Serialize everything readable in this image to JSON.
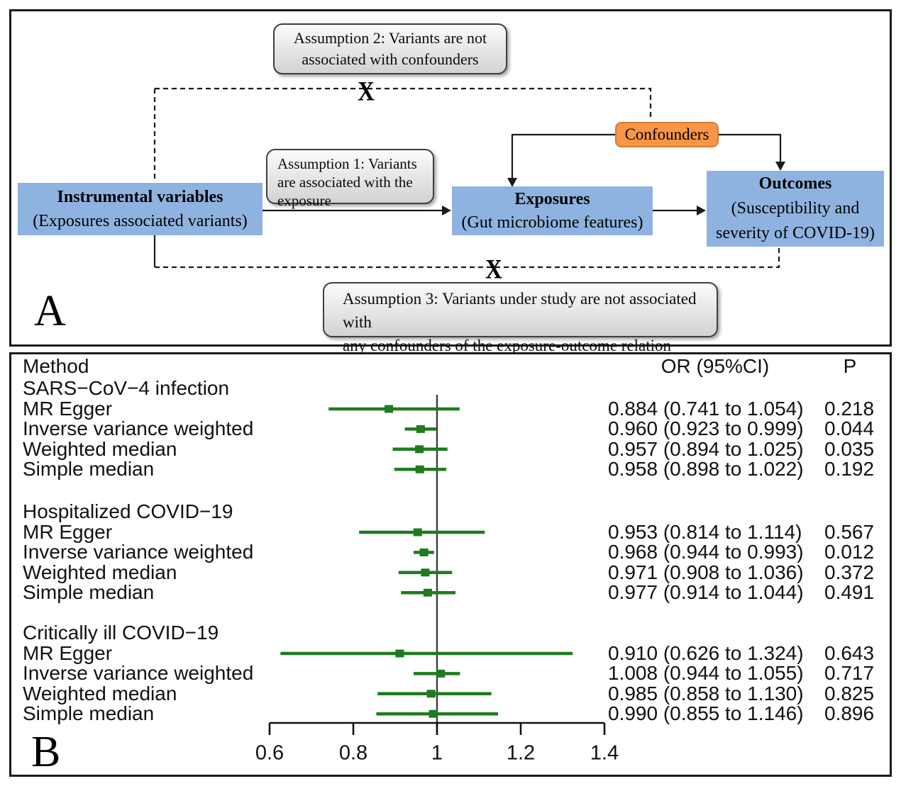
{
  "panel_a": {
    "label": "A",
    "cross_marker": "X",
    "assumption2": {
      "lines": [
        "Assumption 2: Variants are not",
        "associated with confounders"
      ]
    },
    "assumption1": {
      "lines": [
        "Assumption 1: Variants",
        "are associated with the",
        "exposure"
      ]
    },
    "assumption3": {
      "lines": [
        "Assumption 3: Variants under study are not associated with",
        "any confounders of the exposure-outcome relation"
      ]
    },
    "confounders": {
      "label": "Confounders"
    },
    "iv_box": {
      "title": "Instrumental variables",
      "subtitle": "(Exposures associated variants)"
    },
    "exposures_box": {
      "title": "Exposures",
      "subtitle": "(Gut microbiome features)"
    },
    "outcomes_box": {
      "title": "Outcomes",
      "subtitle_lines": [
        "(Susceptibility and",
        "severity of COVID-19)"
      ]
    },
    "colors": {
      "blue": "#8FB3E0",
      "orange": "#F79646"
    }
  },
  "panel_b": {
    "label": "B"
  },
  "chart_data": {
    "type": "forest",
    "columns": {
      "method": "Method",
      "or_ci": "OR (95%CI)",
      "p": "P"
    },
    "x_ticks": [
      "0.6",
      "0.8",
      "1",
      "1.2",
      "1.4"
    ],
    "x_tick_values": [
      0.6,
      0.8,
      1.0,
      1.2,
      1.4
    ],
    "xlim": [
      0.6,
      1.4
    ],
    "ref_line": 1.0,
    "line_color": "#1E7B1E",
    "groups": [
      {
        "label": "SARS−CoV−4 infection",
        "rows": [
          {
            "method": "MR Egger",
            "or": 0.884,
            "ci_low": 0.741,
            "ci_high": 1.054,
            "or_ci": "0.884 (0.741 to 1.054)",
            "p": "0.218"
          },
          {
            "method": "Inverse variance weighted",
            "or": 0.96,
            "ci_low": 0.923,
            "ci_high": 0.999,
            "or_ci": "0.960 (0.923 to 0.999)",
            "p": "0.044"
          },
          {
            "method": "Weighted median",
            "or": 0.957,
            "ci_low": 0.894,
            "ci_high": 1.025,
            "or_ci": "0.957 (0.894 to 1.025)",
            "p": "0.035"
          },
          {
            "method": "Simple median",
            "or": 0.958,
            "ci_low": 0.898,
            "ci_high": 1.022,
            "or_ci": "0.958 (0.898 to 1.022)",
            "p": "0.192"
          }
        ]
      },
      {
        "label": "Hospitalized COVID−19",
        "rows": [
          {
            "method": "MR Egger",
            "or": 0.953,
            "ci_low": 0.814,
            "ci_high": 1.114,
            "or_ci": "0.953 (0.814 to 1.114)",
            "p": "0.567"
          },
          {
            "method": "Inverse variance weighted",
            "or": 0.968,
            "ci_low": 0.944,
            "ci_high": 0.993,
            "or_ci": "0.968 (0.944 to 0.993)",
            "p": "0.012"
          },
          {
            "method": "Weighted median",
            "or": 0.971,
            "ci_low": 0.908,
            "ci_high": 1.036,
            "or_ci": "0.971 (0.908 to 1.036)",
            "p": "0.372"
          },
          {
            "method": "Simple median",
            "or": 0.977,
            "ci_low": 0.914,
            "ci_high": 1.044,
            "or_ci": "0.977 (0.914 to 1.044)",
            "p": "0.491"
          }
        ]
      },
      {
        "label": "Critically ill COVID−19",
        "rows": [
          {
            "method": "MR Egger",
            "or": 0.91,
            "ci_low": 0.626,
            "ci_high": 1.324,
            "or_ci": "0.910 (0.626 to 1.324)",
            "p": "0.643"
          },
          {
            "method": "Inverse variance weighted",
            "or": 1.008,
            "ci_low": 0.944,
            "ci_high": 1.055,
            "or_ci": "1.008 (0.944 to 1.055)",
            "p": "0.717"
          },
          {
            "method": "Weighted median",
            "or": 0.985,
            "ci_low": 0.858,
            "ci_high": 1.13,
            "or_ci": "0.985 (0.858 to 1.130)",
            "p": "0.825"
          },
          {
            "method": "Simple median",
            "or": 0.99,
            "ci_low": 0.855,
            "ci_high": 1.146,
            "or_ci": "0.990 (0.855 to 1.146)",
            "p": "0.896"
          }
        ]
      }
    ]
  }
}
